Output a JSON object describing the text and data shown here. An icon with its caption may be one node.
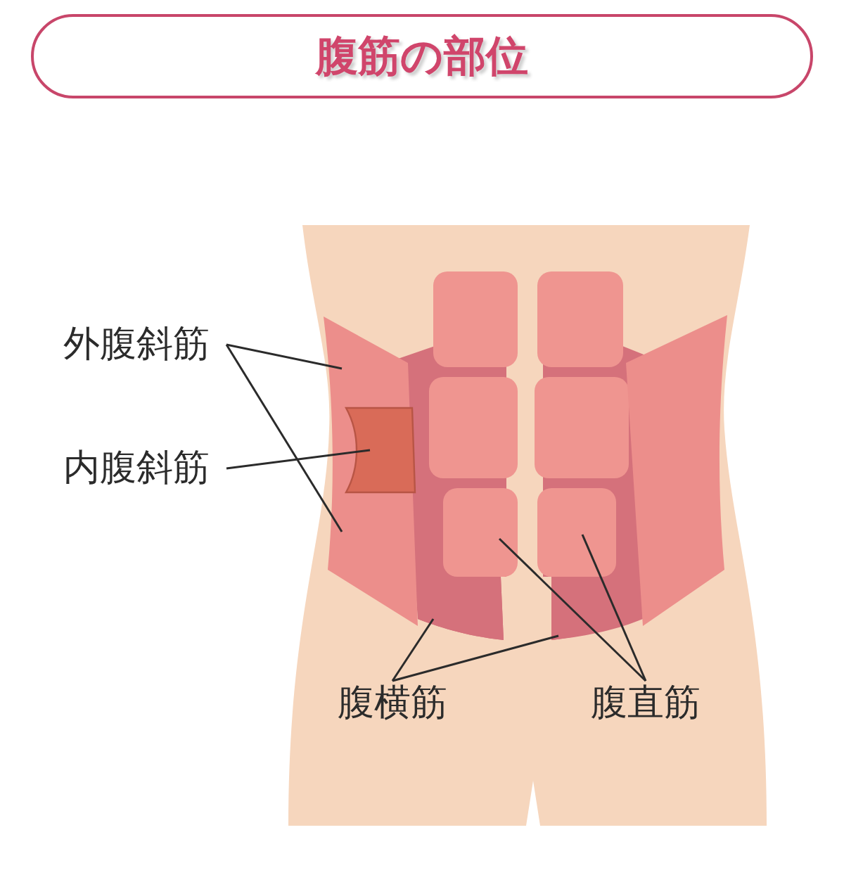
{
  "diagram": {
    "title": "腹筋の部位",
    "nodes": [
      {
        "text": [
          "外腹斜筋"
        ]
      },
      {
        "text": [
          "内腹斜筋"
        ]
      },
      {
        "text": [
          "腹横筋"
        ]
      },
      {
        "text": [
          "腹直筋"
        ]
      }
    ],
    "edges": [
      {
        "from": 0,
        "to": null,
        "arrow": "none"
      },
      {
        "from": 0,
        "to": null,
        "arrow": "none"
      },
      {
        "from": 1,
        "to": null,
        "arrow": "none"
      },
      {
        "from": 2,
        "to": null,
        "arrow": "none"
      },
      {
        "from": 2,
        "to": null,
        "arrow": "none"
      },
      {
        "from": 3,
        "to": null,
        "arrow": "none"
      },
      {
        "from": 3,
        "to": null,
        "arrow": "none"
      }
    ]
  }
}
